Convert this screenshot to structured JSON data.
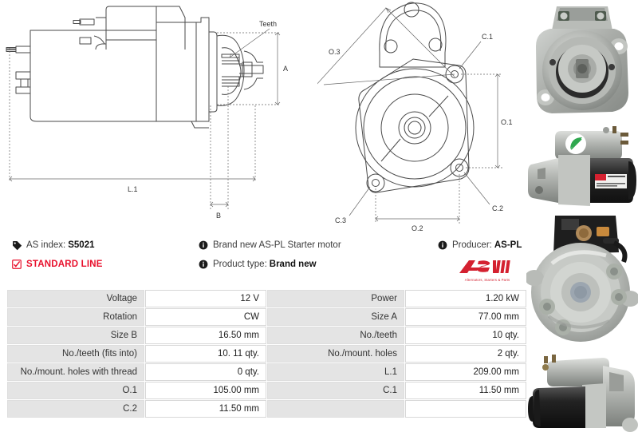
{
  "info": {
    "as_index": {
      "icon": "tag-icon",
      "label": "AS index:",
      "value": "S5021"
    },
    "standard_line": {
      "icon": "checkbox-checked-icon",
      "label": "STANDARD LINE",
      "color": "#e8112d"
    },
    "brand_new": {
      "icon": "info-icon",
      "label": "Brand new AS-PL Starter motor"
    },
    "product_type": {
      "icon": "info-icon",
      "label": "Product type:",
      "value": "Brand new"
    },
    "producer": {
      "icon": "info-icon",
      "label": "Producer:",
      "value": "AS-PL"
    },
    "logo": {
      "name": "AS",
      "tagline": "Alternators, Starters & Parts",
      "color": "#d42130"
    }
  },
  "drawings": {
    "side_view": {
      "name": "starter-motor-side-view",
      "labels": {
        "teeth": "Teeth",
        "a": "A",
        "b": "B",
        "l1": "L.1"
      }
    },
    "flange_view": {
      "name": "starter-motor-mounting-flange-view",
      "labels": {
        "o3": "O.3",
        "o1": "O.1",
        "o2": "O.2",
        "c1": "C.1",
        "c2": "C.2",
        "c3": "C.3"
      }
    }
  },
  "photos": [
    {
      "name": "product-photo-drive-end-front"
    },
    {
      "name": "product-photo-side-with-label"
    },
    {
      "name": "product-photo-solenoid-top"
    },
    {
      "name": "product-photo-side-angle"
    }
  ],
  "spec_table": {
    "rows": [
      {
        "l1": "Voltage",
        "v1": "12 V",
        "l2": "Power",
        "v2": "1.20 kW"
      },
      {
        "l1": "Rotation",
        "v1": "CW",
        "l2": "Size A",
        "v2": "77.00 mm"
      },
      {
        "l1": "Size B",
        "v1": "16.50 mm",
        "l2": "No./teeth",
        "v2": "10 qty."
      },
      {
        "l1": "No./teeth (fits into)",
        "v1": "10. 11 qty.",
        "l2": "No./mount. holes",
        "v2": "2 qty."
      },
      {
        "l1": "No./mount. holes with thread",
        "v1": "0 qty.",
        "l2": "L.1",
        "v2": "209.00 mm"
      },
      {
        "l1": "O.1",
        "v1": "105.00 mm",
        "l2": "C.1",
        "v2": "11.50 mm"
      },
      {
        "l1": "C.2",
        "v1": "11.50 mm",
        "l2": "",
        "v2": ""
      }
    ]
  }
}
